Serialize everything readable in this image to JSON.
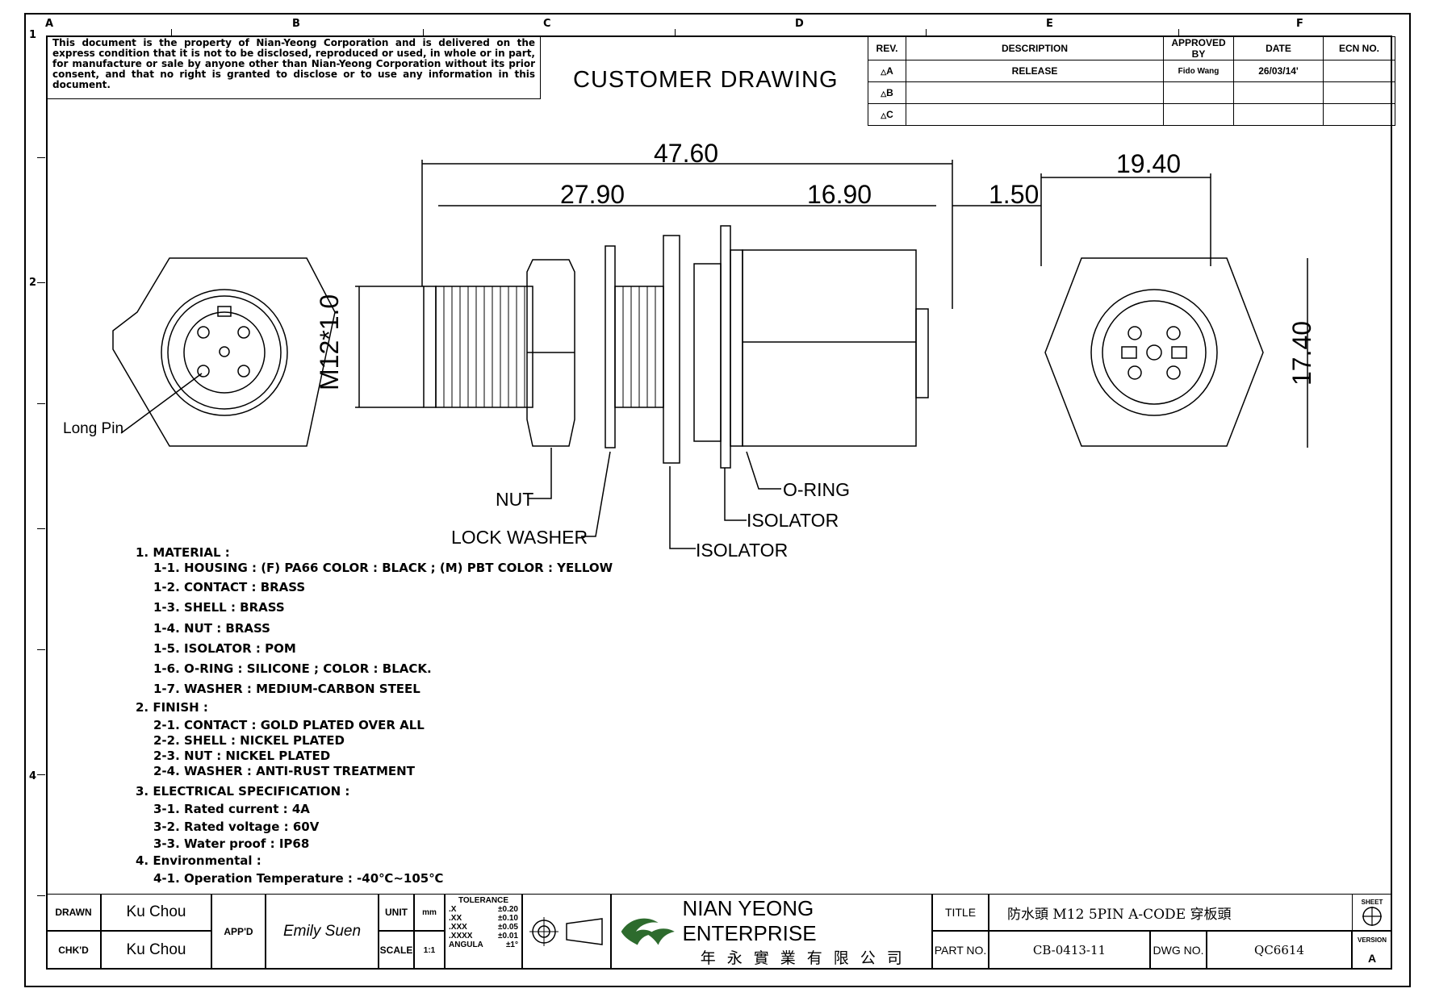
{
  "notice": "This document is the property of Nian-Yeong Corporation and is delivered on the express condition that it is not to be disclosed, reproduced or used, in whole or in part, for manufacture or sale by anyone other than Nian-Yeong Corporation without its prior consent, and that no right is granted to disclose or to use any information in this document.",
  "drawing_title": "CUSTOMER DRAWING",
  "zones": {
    "letters": [
      "A",
      "B",
      "C",
      "D",
      "E",
      "F"
    ],
    "numbers": [
      "1",
      "2",
      "4"
    ]
  },
  "revision_table": {
    "headers": [
      "REV.",
      "DESCRIPTION",
      "APPROVED BY",
      "DATE",
      "ECN NO."
    ],
    "rows": [
      {
        "rev": "A",
        "description": "RELEASE",
        "approved_by": "Fido Wang",
        "date": "26/03/14'",
        "ecn": ""
      },
      {
        "rev": "B",
        "description": "",
        "approved_by": "",
        "date": "",
        "ecn": ""
      },
      {
        "rev": "C",
        "description": "",
        "approved_by": "",
        "date": "",
        "ecn": ""
      }
    ]
  },
  "dimensions": {
    "overall": "47.60",
    "front": "27.90",
    "body": "16.90",
    "gap": "1.50",
    "thread": "M12*1.0",
    "right_width": "19.40",
    "right_height": "17.40"
  },
  "callouts": {
    "long_pin": "Long Pin",
    "nut": "NUT",
    "lock_washer": "LOCK WASHER",
    "isolator_1": "ISOLATOR",
    "isolator_2": "ISOLATOR",
    "o_ring": "O-RING"
  },
  "notes": [
    "1. MATERIAL :",
    "1-1. HOUSING : (F) PA66 COLOR : BLACK ; (M) PBT COLOR : YELLOW",
    "1-2. CONTACT : BRASS",
    "1-3. SHELL : BRASS",
    "1-4. NUT : BRASS",
    "1-5. ISOLATOR : POM",
    "1-6. O-RING : SILICONE ; COLOR : BLACK.",
    "1-7. WASHER : MEDIUM-CARBON STEEL",
    "2. FINISH :",
    "2-1. CONTACT : GOLD PLATED OVER ALL",
    "2-2. SHELL : NICKEL PLATED",
    "2-3. NUT : NICKEL PLATED",
    "2-4. WASHER : ANTI-RUST TREATMENT",
    "3. ELECTRICAL SPECIFICATION :",
    "3-1. Rated current : 4A",
    "3-2. Rated voltage : 60V",
    "3-3. Water proof : IP68",
    "4. Environmental :",
    "4-1. Operation Temperature : -40℃~105℃"
  ],
  "title_block": {
    "drawn_label": "DRAWN",
    "drawn_value": "Ku Chou",
    "checked_label": "CHK'D",
    "checked_value": "Ku Chou",
    "approved_label": "APP'D",
    "approved_value": "Emily Suen",
    "unit_label": "UNIT",
    "unit_value": "mm",
    "scale_label": "SCALE",
    "scale_value": "1:1",
    "tolerance_title": "TOLERANCE",
    "tolerance_rows": [
      {
        "k": ".X",
        "v": "±0.20"
      },
      {
        "k": ".XX",
        "v": "±0.10"
      },
      {
        "k": ".XXX",
        "v": "±0.05"
      },
      {
        "k": ".XXXX",
        "v": "±0.01"
      },
      {
        "k": "ANGULA",
        "v": "±1°"
      }
    ],
    "company_en": "NIAN YEONG ENTERPRISE",
    "company_cn": "年永實業有限公司",
    "title_label": "TITLE",
    "title_value": "防水頭 M12 5PIN A-CODE 穿板頭",
    "part_label": "PART NO.",
    "part_value": "CB-0413-11",
    "dwg_label": "DWG NO.",
    "dwg_value": "QC6614",
    "sheet_label": "SHEET",
    "version_label": "VERSION",
    "version_value": "A"
  }
}
